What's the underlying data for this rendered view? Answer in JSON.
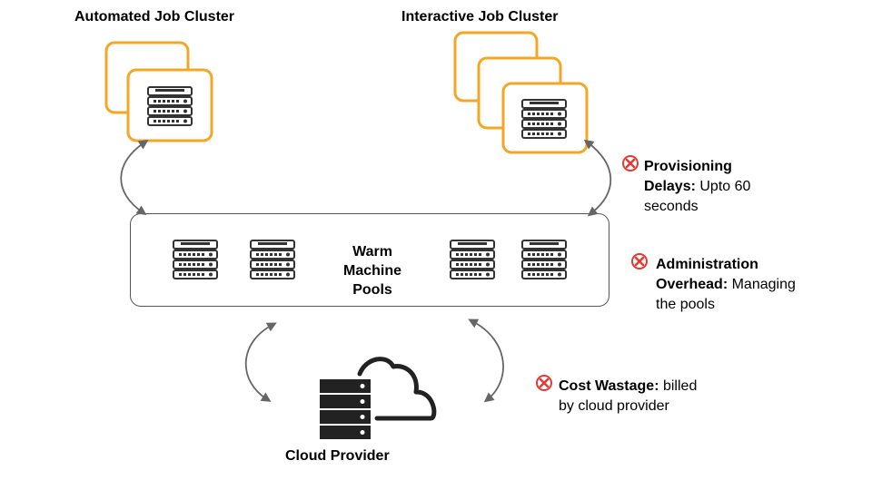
{
  "clusters": {
    "automated_title": "Automated Job Cluster",
    "interactive_title": "Interactive Job Cluster"
  },
  "pool": {
    "label_line1": "Warm",
    "label_line2": "Machine",
    "label_line3": "Pools"
  },
  "cloud": {
    "label": "Cloud Provider"
  },
  "notes": [
    {
      "bold_line1": "Provisioning",
      "bold_line2": "Delays:",
      "rest_line2": " Upto 60",
      "line3": "seconds"
    },
    {
      "bold_line1": "Administration",
      "bold_line2": "Overhead:",
      "rest_line2": " Managing",
      "line3": "the pools"
    },
    {
      "bold_line1": "Cost Wastage:",
      "rest_line1": " billed",
      "line2": "by cloud provider"
    }
  ],
  "colors": {
    "cluster_orange": "#f5a623",
    "icon_dark": "#333333",
    "arrow_gray": "#666666",
    "error_red": "#e53935"
  },
  "icons": [
    "server-icon",
    "cloud-icon",
    "error-icon"
  ]
}
